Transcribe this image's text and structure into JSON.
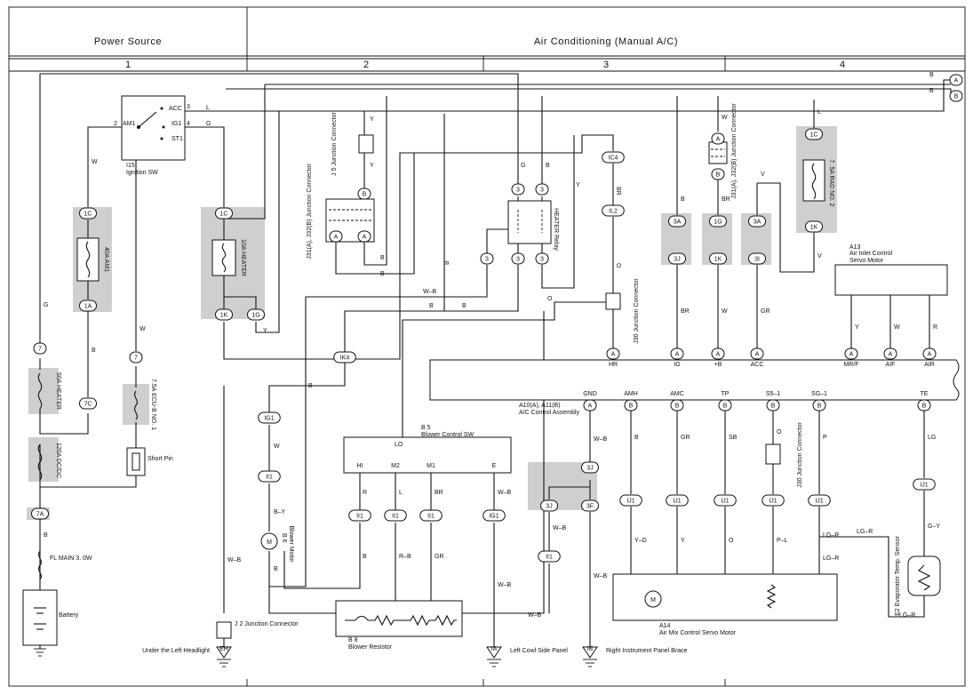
{
  "header": {
    "left": "Power Source",
    "right": "Air Conditioning (Manual A/C)"
  },
  "columns": [
    "1",
    "2",
    "3",
    "4"
  ],
  "connectors": [
    {
      "id": "7",
      "label": "7",
      "name": "conn-7-left"
    },
    {
      "id": "1C",
      "label": "1C",
      "name": "conn-1c-am1"
    },
    {
      "id": "1A",
      "label": "1A",
      "name": "conn-1a"
    },
    {
      "id": "7C",
      "label": "7C",
      "name": "conn-7c"
    },
    {
      "id": "7A",
      "label": "7A",
      "name": "conn-7a"
    },
    {
      "id": "7b",
      "label": "7",
      "name": "conn-7-ecu"
    },
    {
      "id": "1Ch",
      "label": "1C",
      "name": "conn-1c-heater"
    },
    {
      "id": "1K",
      "label": "1K",
      "name": "conn-1k"
    },
    {
      "id": "1G",
      "label": "1G",
      "name": "conn-1g"
    },
    {
      "id": "IK4",
      "label": "IK4",
      "name": "conn-ik4"
    },
    {
      "id": "IG1",
      "label": "IG1",
      "name": "conn-ig1"
    },
    {
      "id": "II1a",
      "label": "II1",
      "name": "conn-ii1-motor"
    },
    {
      "id": "B1",
      "label": "B",
      "name": "conn-j5-b"
    },
    {
      "id": "Aa",
      "label": "A",
      "name": "conn-j31-a1"
    },
    {
      "id": "Ab",
      "label": "A",
      "name": "conn-j31-a2"
    },
    {
      "id": "3a",
      "label": "3",
      "name": "conn-relay-3a"
    },
    {
      "id": "3b",
      "label": "3",
      "name": "conn-relay-3b"
    },
    {
      "id": "3c",
      "label": "3",
      "name": "conn-relay-3c"
    },
    {
      "id": "3d",
      "label": "3",
      "name": "conn-relay-3d"
    },
    {
      "id": "3e",
      "label": "3",
      "name": "conn-relay-3e"
    },
    {
      "id": "IC4",
      "label": "IC4",
      "name": "conn-ic4"
    },
    {
      "id": "IL2",
      "label": "IL2",
      "name": "conn-il2"
    },
    {
      "id": "3A1",
      "label": "3A",
      "name": "conn-3a-left"
    },
    {
      "id": "3J",
      "label": "3J",
      "name": "conn-3j"
    },
    {
      "id": "A7",
      "label": "A",
      "name": "conn-j31r-a"
    },
    {
      "id": "B12",
      "label": "B",
      "name": "conn-j31r-b"
    },
    {
      "id": "1G2",
      "label": "1G",
      "name": "conn-1g-right"
    },
    {
      "id": "1K2",
      "label": "1K",
      "name": "conn-1k-right"
    },
    {
      "id": "3A2",
      "label": "3A",
      "name": "conn-3a-right"
    },
    {
      "id": "3I",
      "label": "3I",
      "name": "conn-3i"
    },
    {
      "id": "1C2",
      "label": "1C",
      "name": "conn-1c-rad"
    },
    {
      "id": "1K3",
      "label": "1K",
      "name": "conn-1k-rad"
    },
    {
      "id": "pA1",
      "label": "A",
      "name": "conn-a10-hr"
    },
    {
      "id": "pA2",
      "label": "A",
      "name": "conn-a10-ig"
    },
    {
      "id": "pA3",
      "label": "A",
      "name": "conn-a10-b"
    },
    {
      "id": "pA4",
      "label": "A",
      "name": "conn-a10-acc"
    },
    {
      "id": "pA5",
      "label": "A",
      "name": "conn-a13-mrf"
    },
    {
      "id": "pA6",
      "label": "A",
      "name": "conn-a13-aif"
    },
    {
      "id": "pA7",
      "label": "A",
      "name": "conn-a13-air"
    },
    {
      "id": "pA8",
      "label": "A",
      "name": "conn-a10-gnd"
    },
    {
      "id": "pB1",
      "label": "B",
      "name": "conn-a11-amh"
    },
    {
      "id": "pB2",
      "label": "B",
      "name": "conn-a11-amc"
    },
    {
      "id": "pB3",
      "label": "B",
      "name": "conn-a11-tp"
    },
    {
      "id": "pB4",
      "label": "B",
      "name": "conn-a11-s5"
    },
    {
      "id": "pB5",
      "label": "B",
      "name": "conn-a11-sg"
    },
    {
      "id": "pB6",
      "label": "B",
      "name": "conn-a11-te"
    },
    {
      "id": "II1b",
      "label": "II1",
      "name": "conn-ii1-hi"
    },
    {
      "id": "II1c",
      "label": "II1",
      "name": "conn-ii1-m2"
    },
    {
      "id": "II1d",
      "label": "II1",
      "name": "conn-ii1-m1"
    },
    {
      "id": "IG1b",
      "label": "IG1",
      "name": "conn-ig1-e"
    },
    {
      "id": "3Jb",
      "label": "3J",
      "name": "conn-3j-lower"
    },
    {
      "id": "3Jc",
      "label": "3J",
      "name": "conn-3j-left"
    },
    {
      "id": "3F",
      "label": "3F",
      "name": "conn-3f"
    },
    {
      "id": "II1e",
      "label": "II1",
      "name": "conn-ii1-lower"
    },
    {
      "id": "IJ1a",
      "label": "IJ1",
      "name": "conn-ij1-1"
    },
    {
      "id": "IJ1b",
      "label": "IJ1",
      "name": "conn-ij1-2"
    },
    {
      "id": "IJ1c",
      "label": "IJ1",
      "name": "conn-ij1-3"
    },
    {
      "id": "IJ1d",
      "label": "IJ1",
      "name": "conn-ij1-4"
    },
    {
      "id": "IJ1e",
      "label": "IJ1",
      "name": "conn-ij1-5"
    },
    {
      "id": "IJ1f",
      "label": "IJ1",
      "name": "conn-ij1-6"
    },
    {
      "id": "EH",
      "label": "EH",
      "name": "ground-label-eh"
    },
    {
      "id": "IA",
      "label": "IA",
      "name": "ground-label-ia"
    },
    {
      "id": "IB",
      "label": "IB",
      "name": "ground-label-ib"
    },
    {
      "id": "Ar1",
      "label": "A",
      "name": "offpage-a-1"
    },
    {
      "id": "Br1",
      "label": "B",
      "name": "offpage-b-1"
    }
  ],
  "labels": [
    {
      "id": "ACC",
      "text": "ACC",
      "name": "ign-acc"
    },
    {
      "id": "AM1",
      "text": "AM1",
      "name": "ign-am1"
    },
    {
      "id": "IG1",
      "text": "IG1",
      "name": "ign-ig1"
    },
    {
      "id": "ST1",
      "text": "ST1",
      "name": "ign-st1"
    },
    {
      "id": "n3",
      "text": "3",
      "name": "ign-pin-3"
    },
    {
      "id": "n2",
      "text": "2",
      "name": "ign-pin-2"
    },
    {
      "id": "n4",
      "text": "4",
      "name": "ign-pin-4"
    },
    {
      "id": "L",
      "text": "L",
      "name": "wire-l"
    },
    {
      "id": "G",
      "text": "G",
      "name": "wire-g"
    },
    {
      "id": "I15",
      "text": "I15",
      "name": "ign-id"
    },
    {
      "id": "IgnSW",
      "text": "Ignition SW",
      "name": "ign-name"
    },
    {
      "id": "Wa",
      "text": "W",
      "name": "wire-w-1"
    },
    {
      "id": "Ga",
      "text": "G",
      "name": "wire-g-left"
    },
    {
      "id": "Ba",
      "text": "B",
      "name": "wire-b-left"
    },
    {
      "id": "Wb",
      "text": "W",
      "name": "wire-w-2"
    },
    {
      "id": "AM1f",
      "text": "40A AM1",
      "name": "fuse-am1-label"
    },
    {
      "id": "HTRf",
      "text": "10A HEATER",
      "name": "fuse-heater-label"
    },
    {
      "id": "H50",
      "text": "50A HEATER",
      "name": "fuse-50a-label"
    },
    {
      "id": "DC120",
      "text": "120A DC/DC",
      "name": "fuse-120a-label"
    },
    {
      "id": "ECUB",
      "text": "7.5A ECU-B NO. 1",
      "name": "fuse-ecub-label"
    },
    {
      "id": "ShortPin",
      "text": "Short Pin",
      "name": "short-pin-label"
    },
    {
      "id": "FLMAIN",
      "text": "FL MAIN 3. 0W",
      "name": "fl-main-label"
    },
    {
      "id": "Battery",
      "text": "Battery",
      "name": "battery-label"
    },
    {
      "id": "Bb",
      "text": "B",
      "name": "wire-b-fl"
    },
    {
      "id": "Yj5",
      "text": "Y",
      "name": "wire-y-j5"
    },
    {
      "id": "Yj5b",
      "text": "Y",
      "name": "wire-y-j5b"
    },
    {
      "id": "J5",
      "text": "J 5 Junction Connector",
      "name": "j5-label"
    },
    {
      "id": "J31",
      "text": "J31(A), J32(B) Junction Connector",
      "name": "j31-label"
    },
    {
      "id": "Yb",
      "text": "Y",
      "name": "wire-y-lower"
    },
    {
      "id": "Bc",
      "text": "B",
      "name": "wire-b-mid"
    },
    {
      "id": "Bd",
      "text": "B",
      "name": "wire-b-mid2"
    },
    {
      "id": "Be",
      "text": "B",
      "name": "wire-b-mid3"
    },
    {
      "id": "WB1",
      "text": "W–B",
      "name": "wire-wb-1"
    },
    {
      "id": "Bf",
      "text": "B",
      "name": "wire-b-4"
    },
    {
      "id": "Bg",
      "text": "B",
      "name": "wire-b-5"
    },
    {
      "id": "Bh",
      "text": "B",
      "name": "wire-b-6"
    },
    {
      "id": "Gr",
      "text": "G",
      "name": "wire-g-relay"
    },
    {
      "id": "Br",
      "text": "B",
      "name": "wire-b-relay"
    },
    {
      "id": "HTRRelay",
      "text": "HEATER Relay",
      "name": "heater-relay-label"
    },
    {
      "id": "Yr",
      "text": "Y",
      "name": "wire-y-relay"
    },
    {
      "id": "BR1",
      "text": "BR",
      "name": "wire-br-1"
    },
    {
      "id": "O1",
      "text": "O",
      "name": "wire-o-1"
    },
    {
      "id": "O2",
      "text": "O",
      "name": "wire-o-2"
    },
    {
      "id": "J30",
      "text": "J30 Junction Connector",
      "name": "j30-label"
    },
    {
      "id": "Bi",
      "text": "B",
      "name": "wire-b-3a"
    },
    {
      "id": "BRa",
      "text": "BR",
      "name": "wire-br-a"
    },
    {
      "id": "Wc",
      "text": "W",
      "name": "wire-w-j31"
    },
    {
      "id": "J31r",
      "text": "J31(A), J32(B) Junction Connector",
      "name": "j31-right-label"
    },
    {
      "id": "BRb",
      "text": "BR",
      "name": "wire-br-b"
    },
    {
      "id": "Wd",
      "text": "W",
      "name": "wire-w-d"
    },
    {
      "id": "GR1",
      "text": "GR",
      "name": "wire-gr-1"
    },
    {
      "id": "V1",
      "text": "V",
      "name": "wire-v-1"
    },
    {
      "id": "V2",
      "text": "V",
      "name": "wire-v-2"
    },
    {
      "id": "L2",
      "text": "L",
      "name": "wire-l-2"
    },
    {
      "id": "RAD",
      "text": "7. 5A RAD NO. 2",
      "name": "fuse-rad-label"
    },
    {
      "id": "A13",
      "text": "A13",
      "name": "a13-id"
    },
    {
      "id": "A13n",
      "text": "Air Inlet Control",
      "name": "a13-name-1"
    },
    {
      "id": "A13m",
      "text": "Servo Motor",
      "name": "a13-name-2"
    },
    {
      "id": "Bl1",
      "text": "B",
      "name": "wire-b-top-1"
    },
    {
      "id": "Bl2",
      "text": "B",
      "name": "wire-b-top-2"
    },
    {
      "id": "Y5",
      "text": "Y",
      "name": "wire-y-5"
    },
    {
      "id": "W2",
      "text": "W",
      "name": "wire-w-a13"
    },
    {
      "id": "R1",
      "text": "R",
      "name": "wire-r-a13"
    },
    {
      "id": "HR",
      "text": "HR",
      "name": "pin-hr"
    },
    {
      "id": "IG",
      "text": "IG",
      "name": "pin-ig"
    },
    {
      "id": "pB",
      "text": "+B",
      "name": "pin-b"
    },
    {
      "id": "ACC2",
      "text": "ACC",
      "name": "pin-acc"
    },
    {
      "id": "MRF",
      "text": "MR/F",
      "name": "pin-mrf"
    },
    {
      "id": "AIF",
      "text": "AIF",
      "name": "pin-aif"
    },
    {
      "id": "AIR",
      "text": "AIR",
      "name": "pin-air"
    },
    {
      "id": "A10",
      "text": "A10(A), A11(B)",
      "name": "a10-id"
    },
    {
      "id": "A10n",
      "text": "A/C Control Assembly",
      "name": "a10-name"
    },
    {
      "id": "GND",
      "text": "GND",
      "name": "pin-gnd"
    },
    {
      "id": "AMH",
      "text": "AMH",
      "name": "pin-amh"
    },
    {
      "id": "AMC",
      "text": "AMC",
      "name": "pin-amc"
    },
    {
      "id": "TP",
      "text": "TP",
      "name": "pin-tp"
    },
    {
      "id": "S5",
      "text": "S5–1",
      "name": "pin-s5"
    },
    {
      "id": "SG",
      "text": "SG–1",
      "name": "pin-sg"
    },
    {
      "id": "TE",
      "text": "TE",
      "name": "pin-te"
    },
    {
      "id": "B5",
      "text": "B 5",
      "name": "b5-id"
    },
    {
      "id": "B5n",
      "text": "Blower Control SW",
      "name": "b5-name"
    },
    {
      "id": "LO",
      "text": "LO",
      "name": "pin-lo"
    },
    {
      "id": "HI",
      "text": "HI",
      "name": "pin-hi"
    },
    {
      "id": "M2",
      "text": "M2",
      "name": "pin-m2"
    },
    {
      "id": "M1",
      "text": "M1",
      "name": "pin-m1"
    },
    {
      "id": "E",
      "text": "E",
      "name": "pin-e"
    },
    {
      "id": "Wbm",
      "text": "W",
      "name": "wire-w-bm"
    },
    {
      "id": "BY",
      "text": "B–Y",
      "name": "wire-by"
    },
    {
      "id": "B6",
      "text": "B 6",
      "name": "b6-id"
    },
    {
      "id": "B6n",
      "text": "Blower Motor",
      "name": "b6-name"
    },
    {
      "id": "Bk",
      "text": "B",
      "name": "wire-b-k"
    },
    {
      "id": "Bm",
      "text": "B",
      "name": "wire-b-m"
    },
    {
      "id": "Rh",
      "text": "R",
      "name": "wire-r-hi"
    },
    {
      "id": "Lm",
      "text": "L",
      "name": "wire-l-m2"
    },
    {
      "id": "BRm",
      "text": "BR",
      "name": "wire-br-m1"
    },
    {
      "id": "WBe",
      "text": "W–B",
      "name": "wire-wb-e"
    },
    {
      "id": "RB",
      "text": "R–B",
      "name": "wire-rb"
    },
    {
      "id": "GRm",
      "text": "GR",
      "name": "wire-gr-m"
    },
    {
      "id": "WBe2",
      "text": "W–B",
      "name": "wire-wb-e2"
    },
    {
      "id": "B8",
      "text": "B 8",
      "name": "b8-id"
    },
    {
      "id": "B8n",
      "text": "Blower Resistor",
      "name": "b8-name"
    },
    {
      "id": "WBr",
      "text": "W–B",
      "name": "wire-wb-r"
    },
    {
      "id": "WBl",
      "text": "W–B",
      "name": "wire-wb-left"
    },
    {
      "id": "J2",
      "text": "J 2 Junction Connector",
      "name": "j2-label"
    },
    {
      "id": "EHn",
      "text": "Under the Left Headlight",
      "name": "eh-location"
    },
    {
      "id": "IAn",
      "text": "Left Cowl Side Panel",
      "name": "ia-location"
    },
    {
      "id": "IBn",
      "text": "Right Instrument Panel Brace",
      "name": "ib-location"
    },
    {
      "id": "WBg",
      "text": "W–B",
      "name": "wire-wb-gnd"
    },
    {
      "id": "WBg2",
      "text": "W–B",
      "name": "wire-wb-gnd2"
    },
    {
      "id": "WBg3",
      "text": "W–B",
      "name": "wire-wb-gnd3"
    },
    {
      "id": "Bamh",
      "text": "B",
      "name": "wire-b-amh"
    },
    {
      "id": "GRamc",
      "text": "GR",
      "name": "wire-gr-amc"
    },
    {
      "id": "SB",
      "text": "SB",
      "name": "wire-sb"
    },
    {
      "id": "Os5",
      "text": "O",
      "name": "wire-o-s5"
    },
    {
      "id": "Psg",
      "text": "P",
      "name": "wire-p-sg"
    },
    {
      "id": "LGte",
      "text": "LG",
      "name": "wire-lg-te"
    },
    {
      "id": "YG",
      "text": "Y–G",
      "name": "wire-yg"
    },
    {
      "id": "Ya",
      "text": "Y",
      "name": "wire-y-amc"
    },
    {
      "id": "Ot",
      "text": "O",
      "name": "wire-o-tp"
    },
    {
      "id": "PL",
      "text": "P–L",
      "name": "wire-pl"
    },
    {
      "id": "LGR",
      "text": "LG–R",
      "name": "wire-lgr"
    },
    {
      "id": "LGR2",
      "text": "LG–R",
      "name": "wire-lgr-2"
    },
    {
      "id": "LGR3",
      "text": "LG–R",
      "name": "wire-lgr-3"
    },
    {
      "id": "LGR4",
      "text": "LG–R",
      "name": "wire-lgr-4"
    },
    {
      "id": "GY",
      "text": "G–Y",
      "name": "wire-gy"
    },
    {
      "id": "J30b",
      "text": "J30 Junction Connector",
      "name": "j30-lower-label"
    },
    {
      "id": "A14",
      "text": "A14",
      "name": "a14-id"
    },
    {
      "id": "A14n",
      "text": "Air Mix Control Servo Motor",
      "name": "a14-name"
    },
    {
      "id": "E2",
      "text": "E2 Evaporator Temp. Sensor",
      "name": "e2-label"
    },
    {
      "id": "Mm",
      "text": "M",
      "name": "motor-m-1"
    },
    {
      "id": "Mm2",
      "text": "M",
      "name": "motor-m-2"
    }
  ]
}
